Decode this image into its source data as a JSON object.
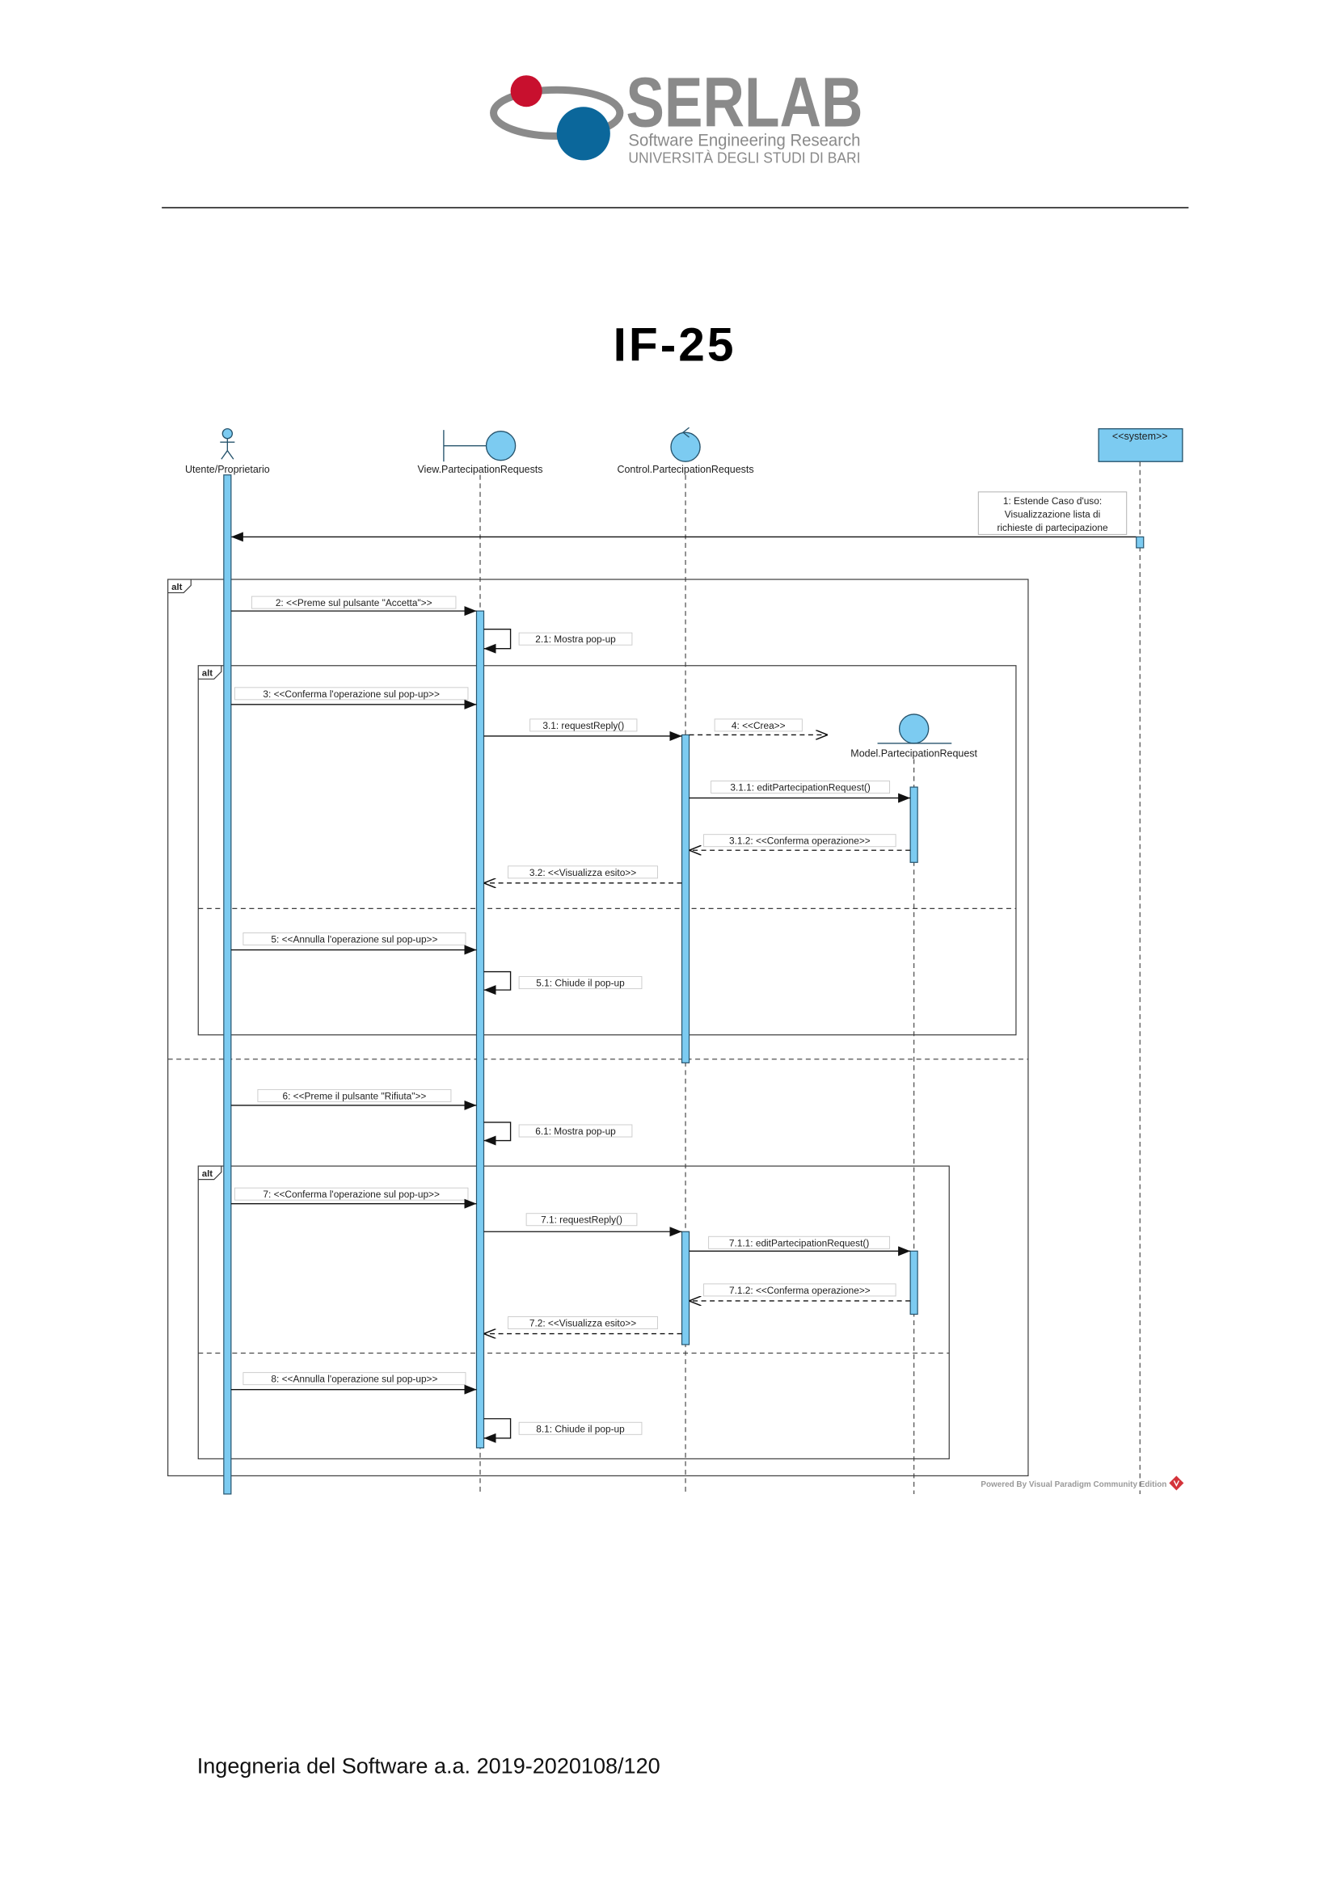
{
  "header": {
    "logo_name": "SERLAB",
    "logo_line1": "Software Engineering Research",
    "logo_line2": "UNIVERSITÀ DEGLI STUDI DI BARI"
  },
  "page_title": "IF-25",
  "diagram": {
    "lifelines": {
      "actor": "Utente/Proprietario",
      "view": "View.PartecipationRequests",
      "control": "Control.PartecipationRequests",
      "model": "Model.PartecipationRequest",
      "system": "<<system>>"
    },
    "note": {
      "line1": "1: Estende Caso d'uso:",
      "line2": "Visualizzazione lista di",
      "line3": "richieste di partecipazione"
    },
    "fragment_label": "alt",
    "messages": {
      "m2": "2: <<Preme sul pulsante \"Accetta\">>",
      "m2_1": "2.1: Mostra pop-up",
      "m3": "3: <<Conferma l'operazione sul pop-up>>",
      "m3_1": "3.1: requestReply()",
      "m4": "4: <<Crea>>",
      "m3_1_1": "3.1.1: editPartecipationRequest()",
      "m3_1_2": "3.1.2: <<Conferma operazione>>",
      "m3_2": "3.2: <<Visualizza esito>>",
      "m5": "5: <<Annulla l'operazione sul pop-up>>",
      "m5_1": "5.1: Chiude il pop-up",
      "m6": "6: <<Preme il pulsante \"Rifiuta\">>",
      "m6_1": "6.1: Mostra pop-up",
      "m7": "7: <<Conferma l'operazione sul pop-up>>",
      "m7_1": "7.1: requestReply()",
      "m7_1_1": "7.1.1: editPartecipationRequest()",
      "m7_1_2": "7.1.2: <<Conferma operazione>>",
      "m7_2": "7.2: <<Visualizza esito>>",
      "m8": "8: <<Annulla l'operazione sul pop-up>>",
      "m8_1": "8.1: Chiude il pop-up"
    },
    "watermark": "Powered By Visual Paradigm Community Edition"
  },
  "footer": "Ingegneria del Software a.a. 2019-2020108/120",
  "colors": {
    "logo_red": "#c8102e",
    "logo_blue": "#0b679b",
    "logo_grey": "#8a8a8a",
    "lifeline_fill": "#7ccbf1"
  }
}
